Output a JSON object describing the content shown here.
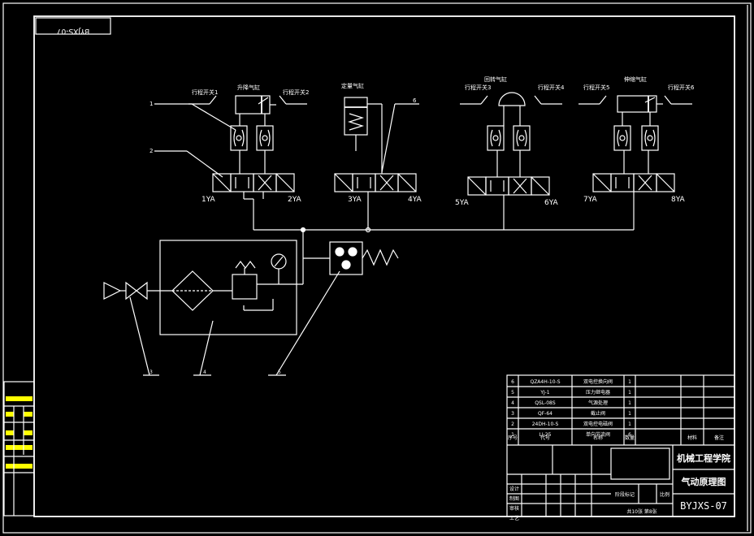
{
  "drawing_code": "BYJXS-07",
  "drawing_code_mirrored": "BYJXS-07",
  "colors": {
    "background": "#000000",
    "line": "#ffffff",
    "side_strip": "#ffff00",
    "label_accent": "#ffff66"
  },
  "components": {
    "cyl1_name": "升降气缸",
    "stop_cyl_name": "定量气缸",
    "rotary_cyl_name": "回转气缸",
    "push_cyl_name": "伸缩气缸"
  },
  "switches": [
    "行程开关1",
    "行程开关2",
    "行程开关3",
    "行程开关4",
    "行程开关5",
    "行程开关6"
  ],
  "coils": [
    "1YA",
    "2YA",
    "3YA",
    "4YA",
    "5YA",
    "6YA",
    "7YA",
    "8YA"
  ],
  "callouts": [
    "1",
    "2",
    "3",
    "4",
    "5",
    "6"
  ],
  "title_block": {
    "school": "机械工程学院",
    "drawing_title": "气动原理图",
    "scale_label": "比例",
    "sheet_info": "共10张 第8张",
    "rows": [
      {
        "no": "6",
        "code": "QZA4H-10-S",
        "name": "双电控换向阀",
        "qty": "1"
      },
      {
        "no": "5",
        "code": "YJ-1",
        "name": "压力继电器",
        "qty": "1"
      },
      {
        "no": "4",
        "code": "QSL-08S",
        "name": "气源处理",
        "qty": "1"
      },
      {
        "no": "3",
        "code": "QF-64",
        "name": "截止阀",
        "qty": "1"
      },
      {
        "no": "2",
        "code": "24DH-10-S",
        "name": "双电控电磁阀",
        "qty": "1"
      },
      {
        "no": "1",
        "code": "LI-25",
        "name": "单向节流阀",
        "qty": "6"
      }
    ],
    "header": {
      "no": "序号",
      "code": "代号",
      "name": "名称",
      "qty": "数量",
      "mat": "材料",
      "note": "备注"
    },
    "sign_rows": [
      "设计",
      "制图",
      "审核",
      "工艺"
    ],
    "stage_label": "阶段标记"
  }
}
